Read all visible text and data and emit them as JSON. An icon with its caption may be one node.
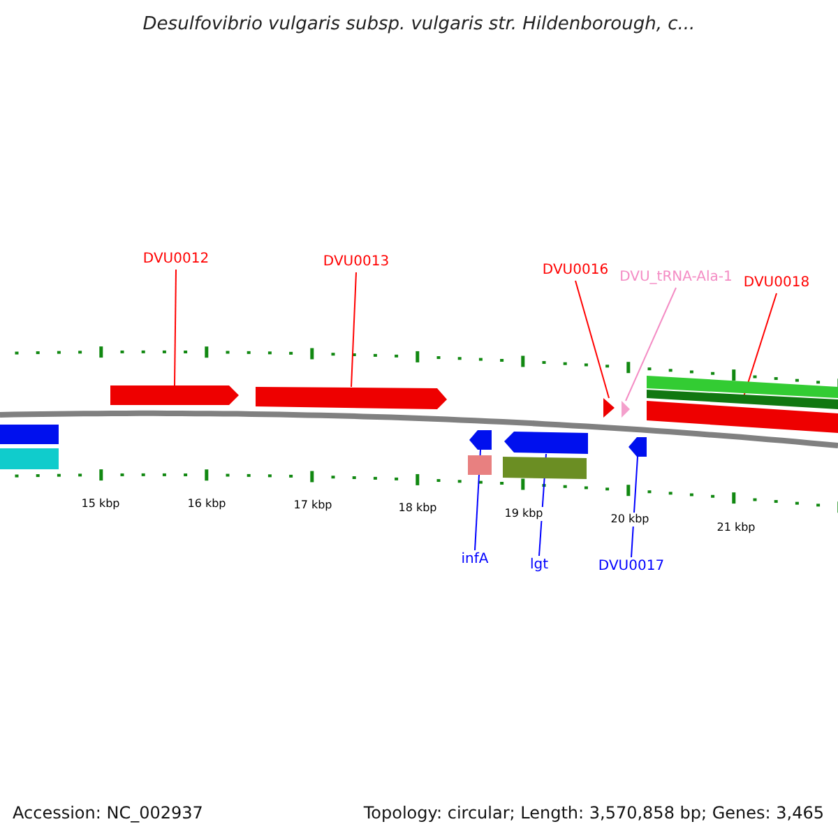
{
  "diagram": {
    "title": "Desulfovibrio vulgaris subsp. vulgaris str. Hildenborough, c...",
    "nodes": [
      {
        "text": [
          "DVU0012"
        ]
      },
      {
        "text": [
          "DVU0013"
        ]
      },
      {
        "text": [
          "DVU0016"
        ]
      },
      {
        "text": [
          "DVU_tRNA-Ala-1"
        ]
      },
      {
        "text": [
          "DVU0018"
        ]
      },
      {
        "text": [
          "infA"
        ]
      },
      {
        "text": [
          "lgt"
        ]
      },
      {
        "text": [
          "DVU0017"
        ]
      },
      {
        "text": [],
        "shape": "bar"
      },
      {
        "text": [],
        "shape": "bar"
      },
      {
        "text": [],
        "shape": "bar"
      },
      {
        "text": [],
        "shape": "bar"
      },
      {
        "text": [],
        "shape": "bar"
      },
      {
        "text": [],
        "shape": "bar"
      },
      {
        "text": [],
        "shape": "bar"
      },
      {
        "text": [],
        "shape": "bar"
      },
      {
        "text": [],
        "shape": "bar"
      },
      {
        "text": [],
        "shape": "bar"
      },
      {
        "text": [],
        "shape": "bar"
      },
      {
        "text": [],
        "shape": "bar"
      },
      {
        "text": [],
        "shape": "bar"
      },
      {
        "text": [],
        "shape": "bar"
      }
    ],
    "edges": [
      {
        "from": 0,
        "to": 8,
        "arrow": "none"
      },
      {
        "from": 1,
        "to": 9,
        "arrow": "none"
      },
      {
        "from": 2,
        "to": 10,
        "arrow": "none"
      },
      {
        "from": 3,
        "to": 11,
        "arrow": "none",
        "color": "#f48cc4"
      },
      {
        "from": 4,
        "to": 12,
        "arrow": "none"
      },
      {
        "from": 5,
        "to": 13,
        "arrow": "none",
        "color": "#0000ff"
      },
      {
        "from": 6,
        "to": 14,
        "arrow": "none",
        "color": "#0000ff"
      },
      {
        "from": 7,
        "to": 15,
        "arrow": "none",
        "color": "#0000ff"
      }
    ],
    "labels": [
      "15 kbp",
      "16 kbp",
      "17 kbp",
      "18 kbp",
      "19 kbp",
      "20 kbp",
      "21 kbp",
      "Accession: NC_002937",
      "Topology: circular; Length: 3,570,858 bp; Genes: 3,465"
    ]
  }
}
